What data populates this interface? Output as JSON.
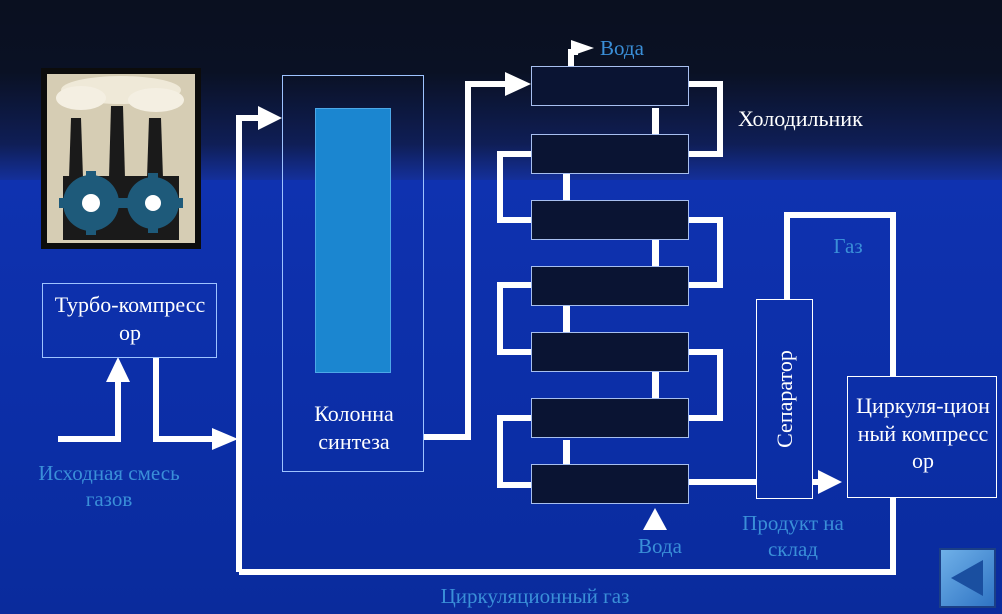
{
  "labels": {
    "turbo_compressor": "Турбо-компрессор",
    "source_mix": "Исходная смесь газов",
    "synthesis_column": "Колонна синтеза",
    "water_top": "Вода",
    "water_bottom": "Вода",
    "cooler": "Холодильник",
    "gas": "Газ",
    "separator": "Сепаратор",
    "circ_compressor": "Циркуля-ционный компрессор",
    "product": "Продукт на склад",
    "circulation_gas": "Циркуляционный газ"
  },
  "icons": {
    "factory": "factory-gears-icon",
    "back": "back-arrow-icon"
  },
  "colors": {
    "accent_blue_text": "#3a8fd8",
    "column_inner": "#1b86d0",
    "line": "#ffffff"
  }
}
